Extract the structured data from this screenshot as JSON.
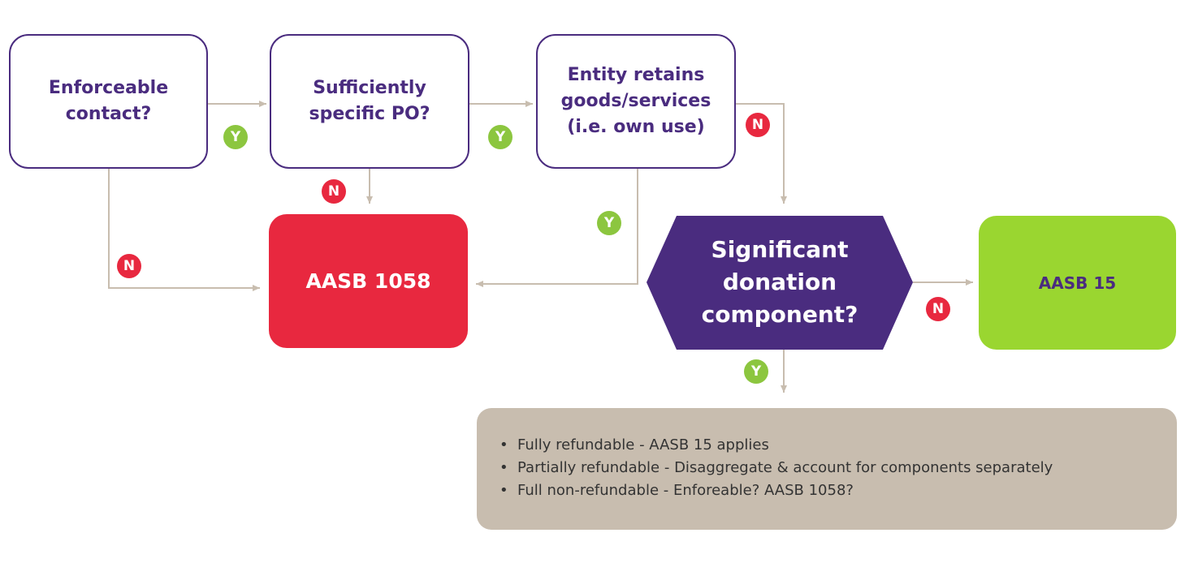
{
  "nodes": {
    "enforceable": {
      "lines": [
        "Enforceable",
        "contact?"
      ]
    },
    "specific_po": {
      "lines": [
        "Sufficiently",
        "specific PO?"
      ]
    },
    "entity_retains": {
      "lines": [
        "Entity retains",
        "goods/services",
        "(i.e. own use)"
      ]
    },
    "aasb1058": {
      "label": "AASB 1058"
    },
    "donation": {
      "lines": [
        "Significant",
        "donation",
        "component?"
      ]
    },
    "aasb15": {
      "label": "AASB 15"
    }
  },
  "badges": {
    "yes": "Y",
    "no": "N"
  },
  "notes": {
    "items": [
      "Fully refundable - AASB 15 applies",
      "Partially refundable - Disaggregate & account for components separately",
      "Full non-refundable - Enforeable? AASB 1058?"
    ]
  },
  "colors": {
    "purple": "#4a2c7f",
    "red": "#e8283f",
    "green": "#9ad630",
    "badge_green": "#8cc63f",
    "connector": "#c8bdaf",
    "notes_bg": "#c8bdaf"
  }
}
